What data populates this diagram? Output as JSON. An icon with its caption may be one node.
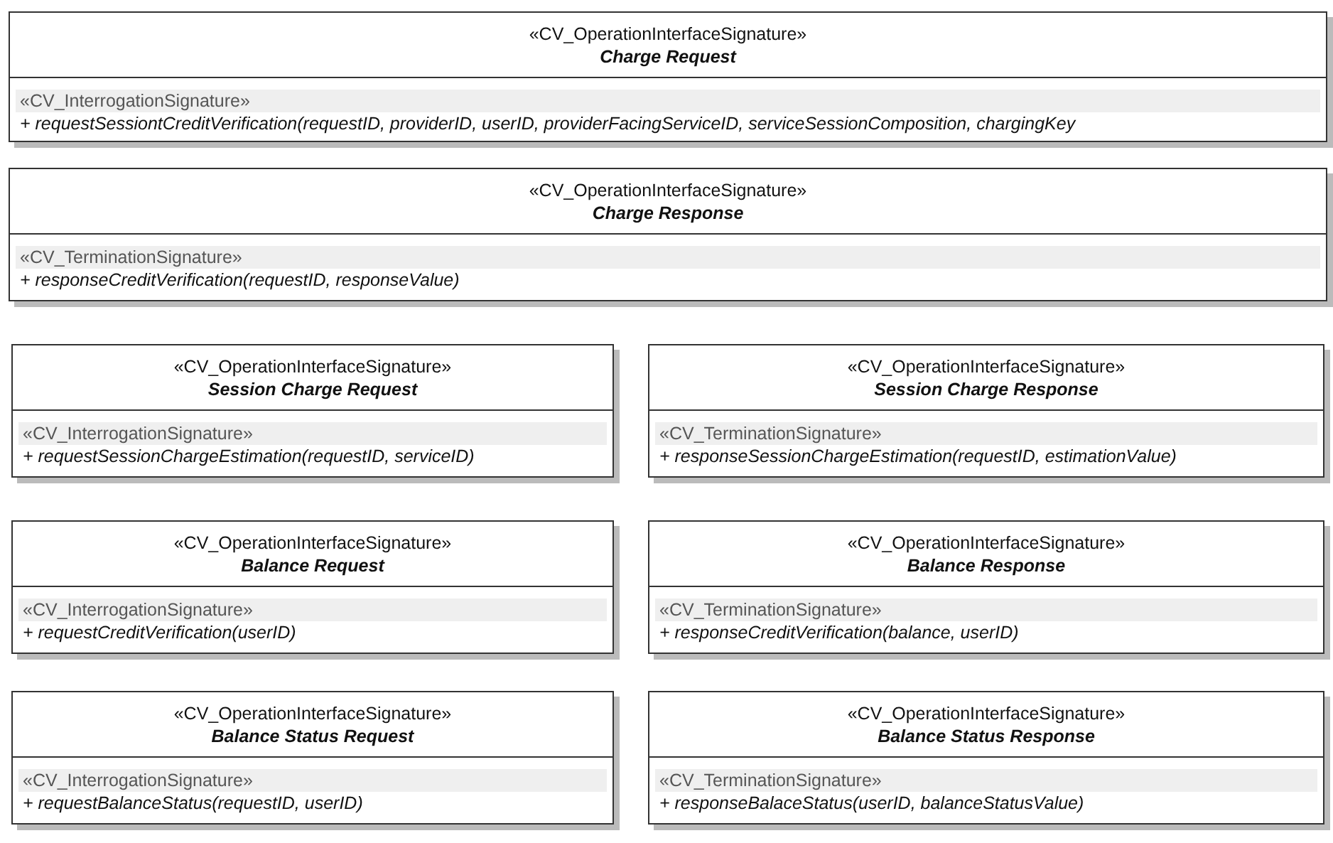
{
  "diagram": {
    "nodes": [
      {
        "text": [
          "«CV_OperationInterfaceSignature»",
          "Charge Request",
          "«CV_InterrogationSignature»",
          "+ requestSessiontCreditVerification(requestID, providerID, userID, providerFacingServiceID, serviceSessionComposition, chargingKey"
        ]
      },
      {
        "text": [
          "«CV_OperationInterfaceSignature»",
          "Charge Response",
          "«CV_TerminationSignature»",
          "+ responseCreditVerification(requestID, responseValue)"
        ]
      },
      {
        "text": [
          "«CV_OperationInterfaceSignature»",
          "Session Charge Request",
          "«CV_InterrogationSignature»",
          "+ requestSessionChargeEstimation(requestID, serviceID)"
        ]
      },
      {
        "text": [
          "«CV_OperationInterfaceSignature»",
          "Session Charge Response",
          "«CV_TerminationSignature»",
          "+ responseSessionChargeEstimation(requestID, estimationValue)"
        ]
      },
      {
        "text": [
          "«CV_OperationInterfaceSignature»",
          "Balance Request",
          "«CV_InterrogationSignature»",
          "+ requestCreditVerification(userID)"
        ]
      },
      {
        "text": [
          "«CV_OperationInterfaceSignature»",
          "Balance Response",
          "«CV_TerminationSignature»",
          "+ responseCreditVerification(balance, userID)"
        ]
      },
      {
        "text": [
          "«CV_OperationInterfaceSignature»",
          "Balance Status Request",
          "«CV_InterrogationSignature»",
          "+ requestBalanceStatus(requestID, userID)"
        ]
      },
      {
        "text": [
          "«CV_OperationInterfaceSignature»",
          "Balance Status Response",
          "«CV_TerminationSignature»",
          "+ responseBalaceStatus(userID, balanceStatusValue)"
        ]
      }
    ]
  }
}
